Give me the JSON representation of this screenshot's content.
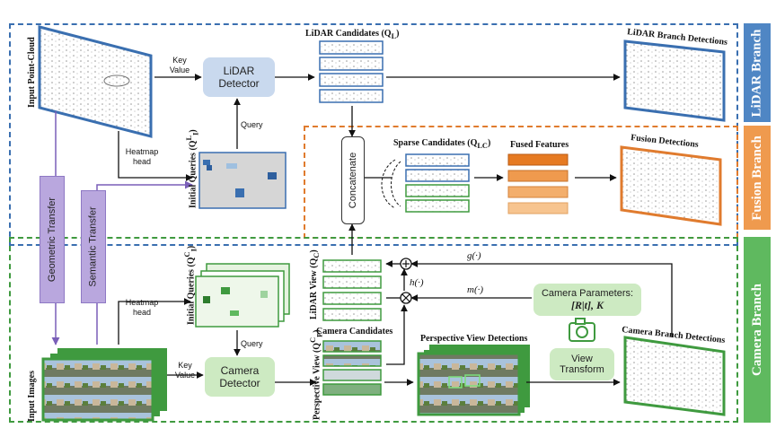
{
  "branches": {
    "lidar": "LiDAR Branch",
    "fusion": "Fusion Branch",
    "camera": "Camera Branch"
  },
  "lidar": {
    "input_label": "Input Point-Cloud",
    "key_value": "Key\nValue",
    "detector": "LiDAR\nDetector",
    "query": "Query",
    "heatmap_head": "Heatmap\nhead",
    "initial_queries": "Initial Queries (Q",
    "initial_queries_sup": "L",
    "initial_queries_sub": "I",
    "candidates": "LiDAR Candidates (Q",
    "candidates_sub": "L",
    "detections": "LiDAR Branch Detections"
  },
  "transfers": {
    "geometric": "Geometric Transfer",
    "semantic": "Semantic Transfer"
  },
  "fusion": {
    "concatenate": "Concatenate",
    "sparse_candidates": "Sparse Candidates (Q",
    "sparse_sub": "LC",
    "fused_features": "Fused Features",
    "detections": "Fusion Detections"
  },
  "camera": {
    "input_label": "Input Images",
    "key_value": "Key\nValue",
    "detector": "Camera\nDetector",
    "query": "Query",
    "heatmap_head": "Heatmap\nhead",
    "initial_queries": "Initial Queries (Q",
    "initial_queries_sup": "C",
    "initial_queries_sub": "I",
    "candidates": "Camera Candidates",
    "lidar_view": "LiDAR View (Q",
    "lidar_view_sub": "C",
    "perspective_view": "Perspective View (Q",
    "perspective_view_sup": "C",
    "perspective_view_sub": "P",
    "perspective_detections": "Perspective View Detections",
    "camera_params": "Camera Parameters:",
    "camera_params_math": "[R|t], K",
    "view_transform": "View\nTransform",
    "detections": "Camera Branch Detections",
    "g_fn": "g(·)",
    "h_fn": "h(·)",
    "m_fn": "m(·)"
  },
  "colors": {
    "lidar_blue": "#3a6fb0",
    "fusion_orange": "#e07b2e",
    "camera_green": "#3f9a3f",
    "lidar_node": "#c9d9ee",
    "camera_node": "#cdeac2",
    "transfer_purple": "#b9a7de"
  }
}
